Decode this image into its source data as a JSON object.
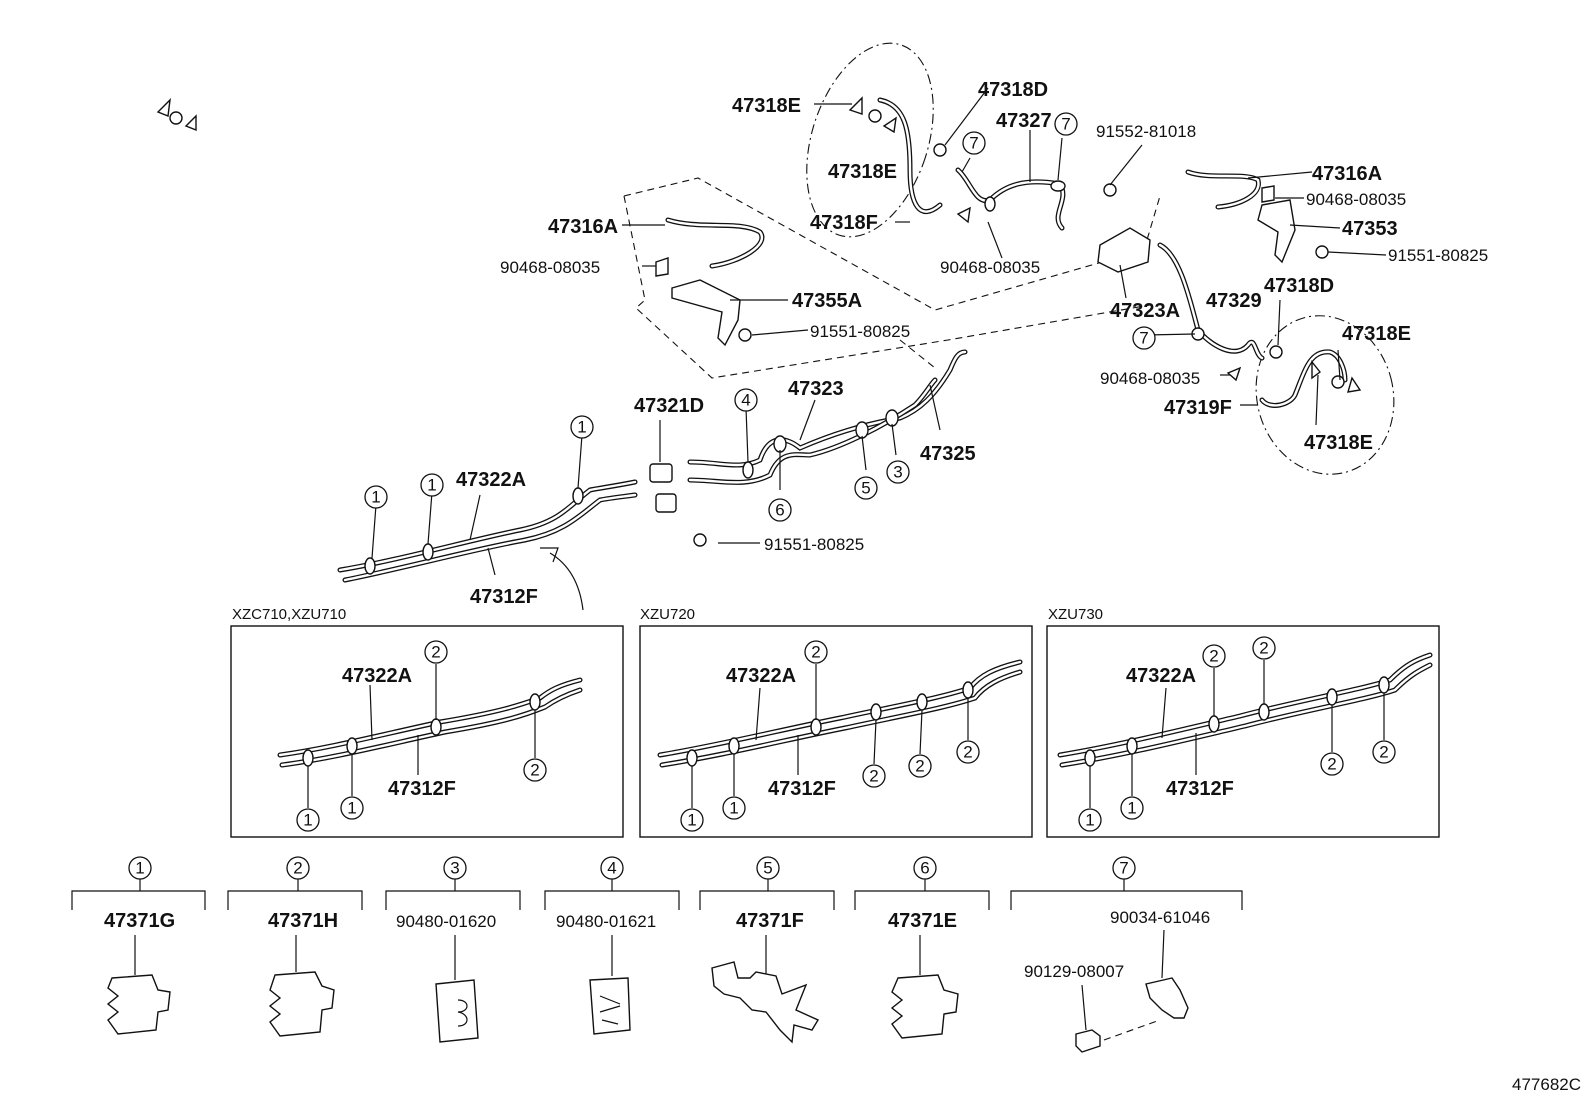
{
  "labels": {
    "p47318E_a": "47318E",
    "p47318D_a": "47318D",
    "p47327": "47327",
    "p91552": "91552-81018",
    "p47316A_r": "47316A",
    "p90468_r1": "90468-08035",
    "p47353": "47353",
    "p91551_r": "91551-80825",
    "p47318E_b": "47318E",
    "p47318F": "47318F",
    "p90468_m": "90468-08035",
    "p47316A_l": "47316A",
    "p90468_l": "90468-08035",
    "p47355A": "47355A",
    "p91551_l": "91551-80825",
    "p47323A": "47323A",
    "p47329": "47329",
    "p47318D_b": "47318D",
    "p47318E_c": "47318E",
    "p90468_r2": "90468-08035",
    "p47319F": "47319F",
    "p47318E_d": "47318E",
    "p47321D": "47321D",
    "p47323": "47323",
    "p47325": "47325",
    "p47322A_main": "47322A",
    "p91551_c": "91551-80825",
    "p47312F_main": "47312F",
    "g1_47322A": "47322A",
    "g1_47312F": "47312F",
    "g2_47322A": "47322A",
    "g2_47312F": "47312F",
    "g3_47322A": "47322A",
    "g3_47312F": "47312F",
    "k1": "47371G",
    "k2": "47371H",
    "k3": "90480-01620",
    "k4": "90480-01621",
    "k5": "47371F",
    "k6": "47371E",
    "k7a": "90034-61046",
    "k7b": "90129-08007",
    "catalog": "477682C"
  },
  "groups": {
    "g1": "XZC710,XZU710",
    "g2": "XZU720",
    "g3": "XZU730"
  },
  "callouts": {
    "c1": "1",
    "c2": "2",
    "c3": "3",
    "c4": "4",
    "c5": "5",
    "c6": "6",
    "c7": "7"
  }
}
